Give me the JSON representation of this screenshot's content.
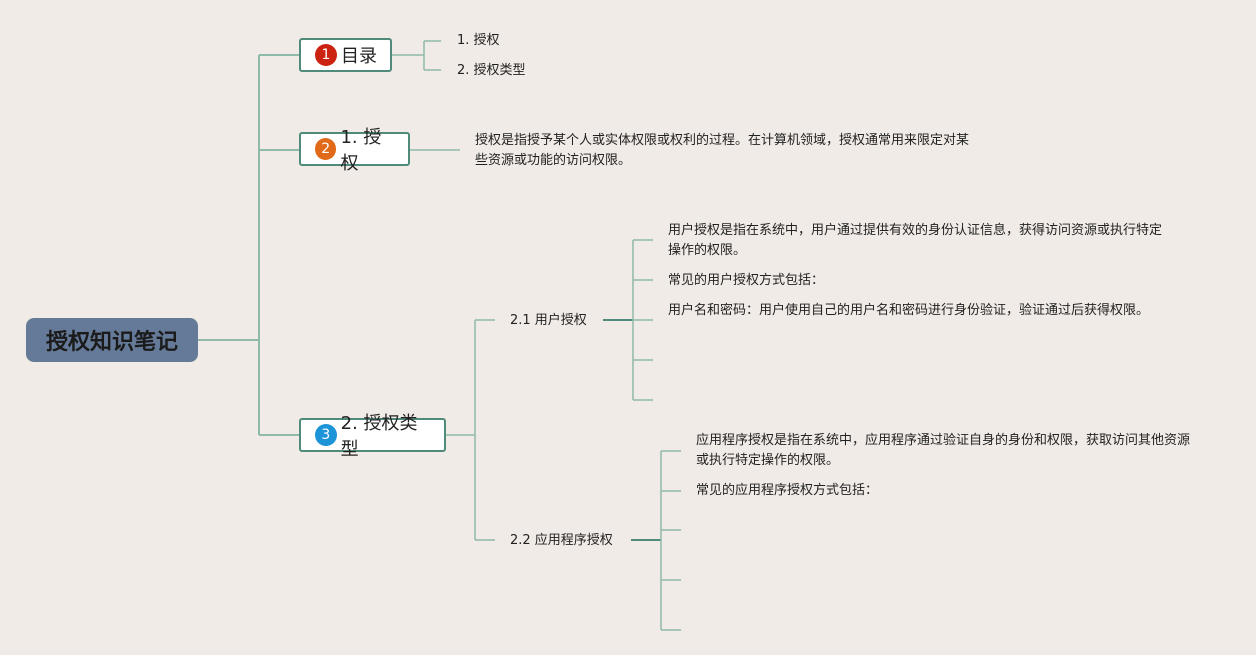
{
  "root": {
    "label": "授权知识笔记"
  },
  "branches": [
    {
      "badge": "1",
      "badge_color": "#cc2211",
      "label": "目录",
      "children": [
        "1. 授权",
        "2. 授权类型"
      ]
    },
    {
      "badge": "2",
      "badge_color": "#e06a1a",
      "label": "1. 授权",
      "note": "授权是指授予某个人或实体权限或权利的过程。在计算机领域，授权通常用来限定对某些资源或功能的访问权限。"
    },
    {
      "badge": "3",
      "badge_color": "#1d93d8",
      "label": "2. 授权类型",
      "children": [
        {
          "label": "2.1 用户授权",
          "items": [
            "用户授权是指在系统中，用户通过提供有效的身份认证信息，获得访问资源或执行特定操作的权限。",
            "常见的用户授权方式包括：",
            "用户名和密码：用户使用自己的用户名和密码进行身份验证，验证通过后获得权限。"
          ]
        },
        {
          "label": "2.2 应用程序授权",
          "items": [
            "应用程序授权是指在系统中，应用程序通过验证自身的身份和权限，获取访问其他资源或执行特定操作的权限。",
            "常见的应用程序授权方式包括："
          ]
        }
      ]
    }
  ]
}
